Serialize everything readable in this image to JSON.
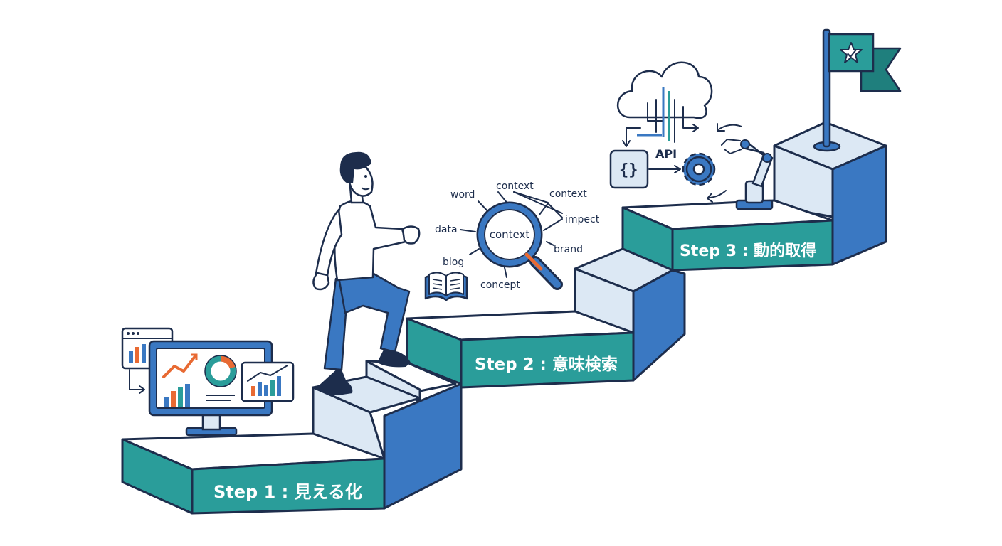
{
  "steps": [
    {
      "label": "Step 1 : 見える化"
    },
    {
      "label": "Step 2 : 意味検索"
    },
    {
      "label": "Step 3 : 動的取得"
    }
  ],
  "mindmap": {
    "center": "context",
    "words": [
      "word",
      "context",
      "context",
      "data",
      "impect",
      "brand",
      "blog",
      "concept"
    ]
  },
  "api_label": "API",
  "colors": {
    "teal": "#2a9d9a",
    "blue": "#3a78c2",
    "light": "#dce8f4",
    "navy": "#1d2d4c",
    "orange": "#e86a33"
  }
}
